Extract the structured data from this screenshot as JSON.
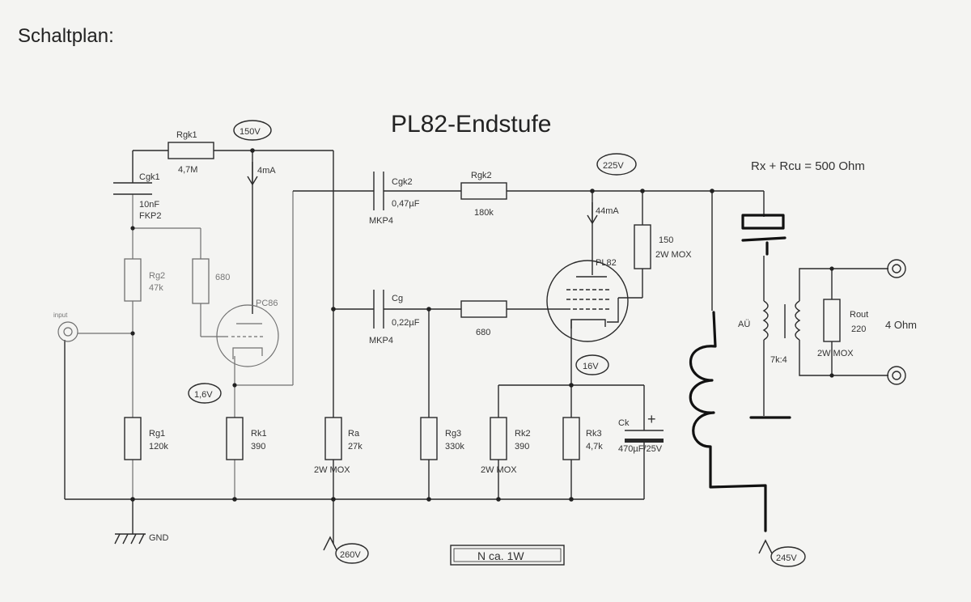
{
  "header": "Schaltplan:",
  "title": "PL82-Endstufe",
  "equation": "Rx + Rcu = 500 Ohm",
  "tubes": {
    "v1": "PC86",
    "v2": "PL82"
  },
  "voltages": {
    "v150": "150V",
    "v225": "225V",
    "v16": "1,6V",
    "v16b": "16V",
    "v260": "260V",
    "v245": "245V"
  },
  "currents": {
    "i4": "4mA",
    "i44": "44mA"
  },
  "components": {
    "rgk1": {
      "name": "Rgk1",
      "value": "4,7M"
    },
    "cgk1": {
      "name": "Cgk1",
      "value": "10nF",
      "type": "FKP2"
    },
    "rg2": {
      "name": "Rg2",
      "value": "47k"
    },
    "r680a": {
      "value": "680"
    },
    "rg1": {
      "name": "Rg1",
      "value": "120k"
    },
    "rk1": {
      "name": "Rk1",
      "value": "390"
    },
    "ra": {
      "name": "Ra",
      "value": "27k",
      "type": "2W MOX"
    },
    "cgk2": {
      "name": "Cgk2",
      "value": "0,47µF",
      "type": "MKP4"
    },
    "rgk2": {
      "name": "Rgk2",
      "value": "180k"
    },
    "cg": {
      "name": "Cg",
      "value": "0,22µF",
      "type": "MKP4"
    },
    "r680b": {
      "value": "680"
    },
    "rg3": {
      "name": "Rg3",
      "value": "330k"
    },
    "rk2": {
      "name": "Rk2",
      "value": "390",
      "type": "2W MOX"
    },
    "rk3": {
      "name": "Rk3",
      "value": "4,7k"
    },
    "ck": {
      "name": "Ck",
      "value": "470µF/25V",
      "plus": "+"
    },
    "r150": {
      "value": "150",
      "type": "2W MOX"
    },
    "au": {
      "name": "AÜ",
      "ratio": "7k:4"
    },
    "rout": {
      "name": "Rout",
      "value": "220",
      "type": "2W MOX",
      "load": "4 Ohm"
    }
  },
  "input_label": "input",
  "gnd": "GND",
  "power_box": "N ca. 1W"
}
